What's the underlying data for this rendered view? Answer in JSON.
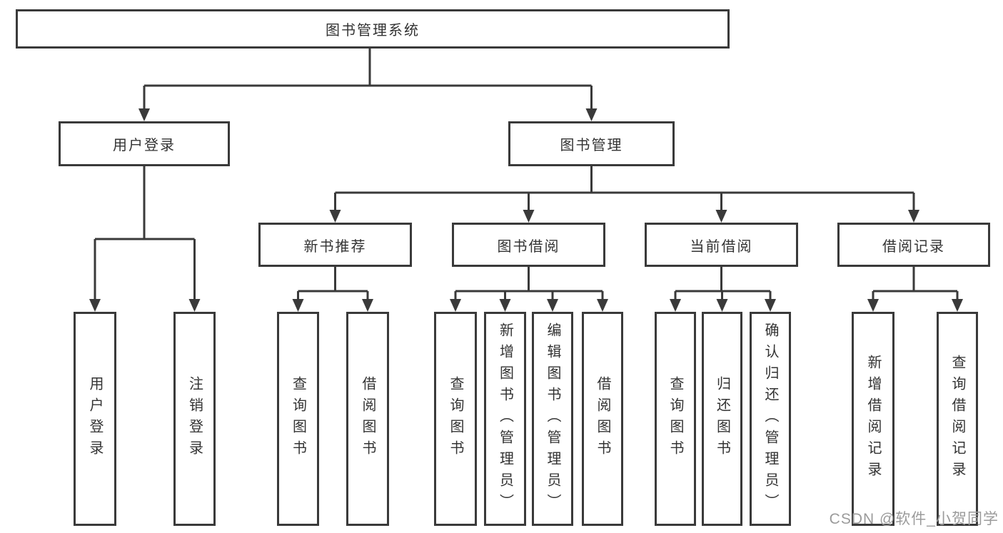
{
  "diagram": {
    "root": {
      "label": "图书管理系统"
    },
    "level2": [
      {
        "id": "user-login",
        "label": "用户登录"
      },
      {
        "id": "book-management",
        "label": "图书管理"
      }
    ],
    "level3": [
      {
        "id": "new-book-recommend",
        "parent": "图书管理",
        "label": "新书推荐"
      },
      {
        "id": "book-borrowing",
        "parent": "图书管理",
        "label": "图书借阅"
      },
      {
        "id": "current-borrowing",
        "parent": "图书管理",
        "label": "当前借阅"
      },
      {
        "id": "borrowing-records",
        "parent": "图书管理",
        "label": "借阅记录"
      }
    ],
    "leaves": [
      {
        "parent": "用户登录",
        "label": "用户登录"
      },
      {
        "parent": "用户登录",
        "label": "注销登录"
      },
      {
        "parent": "新书推荐",
        "label": "查询图书"
      },
      {
        "parent": "新书推荐",
        "label": "借阅图书"
      },
      {
        "parent": "图书借阅",
        "label": "查询图书"
      },
      {
        "parent": "图书借阅",
        "label": "新增图书（管理员）"
      },
      {
        "parent": "图书借阅",
        "label": "编辑图书（管理员）"
      },
      {
        "parent": "图书借阅",
        "label": "借阅图书"
      },
      {
        "parent": "当前借阅",
        "label": "查询图书"
      },
      {
        "parent": "当前借阅",
        "label": "归还图书"
      },
      {
        "parent": "当前借阅",
        "label": "确认归还（管理员）"
      },
      {
        "parent": "借阅记录",
        "label": "新增借阅记录"
      },
      {
        "parent": "借阅记录",
        "label": "查询借阅记录"
      }
    ],
    "colors": {
      "line": "#3a3a3a",
      "text": "#333333",
      "background": "#ffffff",
      "watermark": "#9b9b9b"
    }
  },
  "watermark": {
    "text": "CSDN @软件_小贺同学"
  }
}
